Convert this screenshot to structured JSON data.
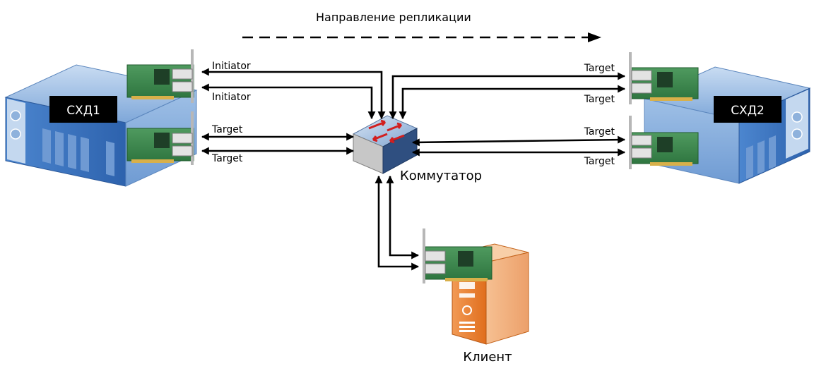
{
  "diagram": {
    "title": "Направление репликации",
    "storage1": {
      "name": "СХД1"
    },
    "storage2": {
      "name": "СХД2"
    },
    "switch_label": "Коммутатор",
    "client_label": "Клиент",
    "storage1_ports": [
      "Initiator",
      "Initiator",
      "Target",
      "Target"
    ],
    "storage2_ports": [
      "Target",
      "Target",
      "Target",
      "Target"
    ]
  }
}
